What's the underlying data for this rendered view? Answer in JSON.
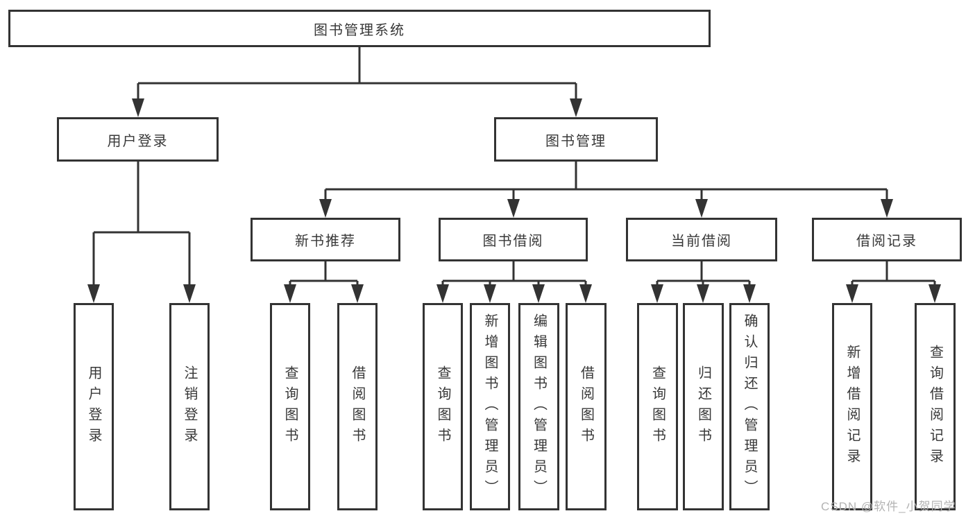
{
  "colors": {
    "background": "#ffffff",
    "line": "#333333",
    "text": "#383838",
    "watermark": "#b3b3b3"
  },
  "watermark": {
    "text": "CSDN @软件_小贺同学"
  },
  "diagram": {
    "type": "tree",
    "root": {
      "label": "图书管理系统"
    },
    "branches": [
      {
        "label": "用户登录",
        "leaves": [
          {
            "label": "用户登录"
          },
          {
            "label": "注销登录"
          }
        ]
      },
      {
        "label": "图书管理",
        "groups": [
          {
            "label": "新书推荐",
            "leaves": [
              {
                "label": "查询图书"
              },
              {
                "label": "借阅图书"
              }
            ]
          },
          {
            "label": "图书借阅",
            "leaves": [
              {
                "label": "查询图书"
              },
              {
                "label": "新增图书（管理员）"
              },
              {
                "label": "编辑图书（管理员）"
              },
              {
                "label": "借阅图书"
              }
            ]
          },
          {
            "label": "当前借阅",
            "leaves": [
              {
                "label": "查询图书"
              },
              {
                "label": "归还图书"
              },
              {
                "label": "确认归还（管理员）"
              }
            ]
          },
          {
            "label": "借阅记录",
            "leaves": [
              {
                "label": "新增借阅记录"
              },
              {
                "label": "查询借阅记录"
              }
            ]
          }
        ]
      }
    ]
  }
}
